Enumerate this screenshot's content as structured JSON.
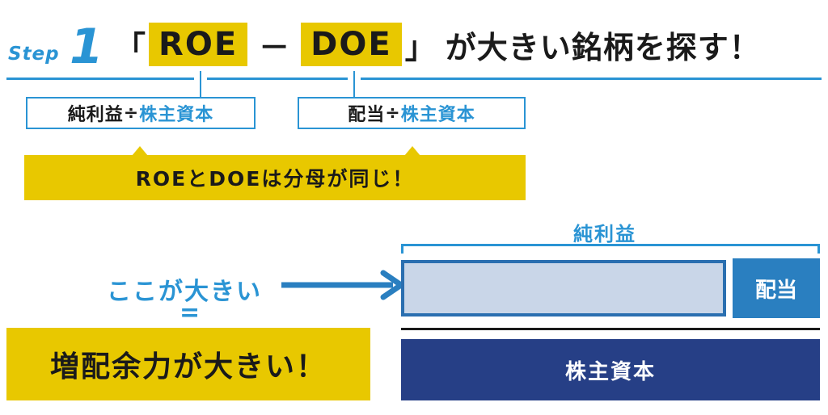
{
  "header": {
    "step_word": "Step",
    "step_number": "1",
    "open_bracket": "「",
    "roe": "ROE",
    "minus": "－",
    "doe": "DOE",
    "close_bracket": "」",
    "title_rest": "が大きい銘柄を探す！"
  },
  "formulas": {
    "roe": {
      "numerator": "純利益",
      "operator": "÷",
      "denominator": "株主資本"
    },
    "doe": {
      "numerator": "配当",
      "operator": "÷",
      "denominator": "株主資本"
    }
  },
  "note": "ROEとDOEは分母が同じ！",
  "left_side": {
    "big_label": "ここが大きい",
    "equals": "=",
    "conclusion": "増配余力が大きい！"
  },
  "bars": {
    "net_income_label": "純利益",
    "dividend_label": "配当",
    "equity_label": "株主資本"
  },
  "colors": {
    "accent_blue": "#2a94d4",
    "highlight_yellow": "#e8c800",
    "navy": "#263f86",
    "light_blue": "#c9d6e8"
  }
}
